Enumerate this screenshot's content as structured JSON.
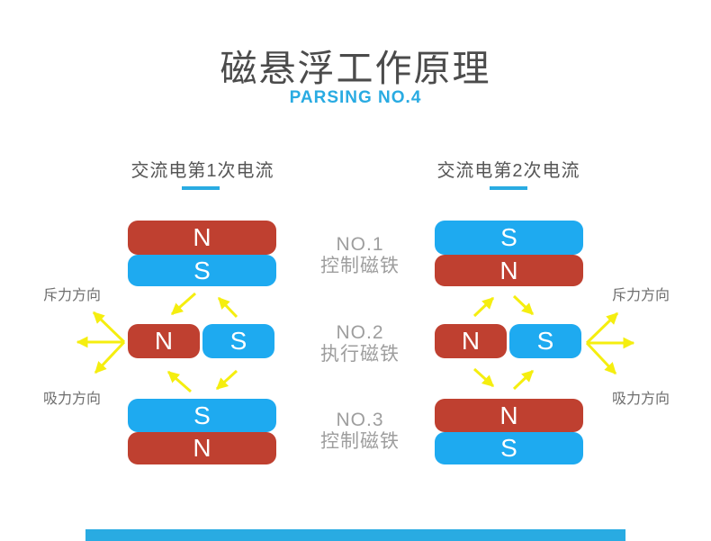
{
  "title": "磁悬浮工作原理",
  "subtitle": "PARSING NO.4",
  "center_labels": [
    {
      "no": "NO.1",
      "name": "控制磁铁"
    },
    {
      "no": "NO.2",
      "name": "执行磁铁"
    },
    {
      "no": "NO.3",
      "name": "控制磁铁"
    }
  ],
  "columns": {
    "left": {
      "heading": "交流电第1次电流",
      "top": {
        "upper": "N",
        "lower": "S"
      },
      "middle": {
        "left": "N",
        "right": "S"
      },
      "bottom": {
        "upper": "S",
        "lower": "N"
      },
      "repulsion_label": "斥力方向",
      "attraction_label": "吸力方向"
    },
    "right": {
      "heading": "交流电第2次电流",
      "top": {
        "upper": "S",
        "lower": "N"
      },
      "middle": {
        "left": "N",
        "right": "S"
      },
      "bottom": {
        "upper": "N",
        "lower": "S"
      },
      "repulsion_label": "斥力方向",
      "attraction_label": "吸力方向"
    }
  },
  "colors": {
    "accent_blue": "#29abe2",
    "magnet_red": "#bf4030",
    "magnet_blue": "#1eaaf0",
    "arrow_yellow": "#f5ee0f",
    "title_gray": "#4b4b4b",
    "center_label_gray": "#9e9e9e",
    "side_label_gray": "#6e6e6e"
  }
}
